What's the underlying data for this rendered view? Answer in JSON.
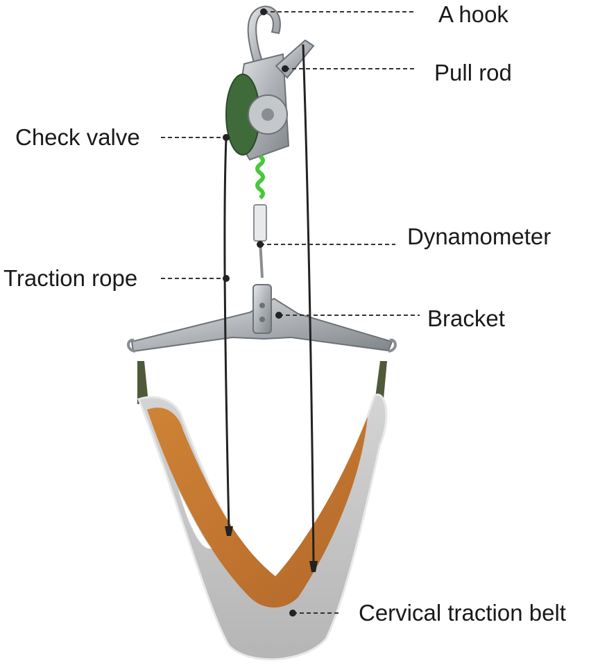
{
  "labels": {
    "hook": "A hook",
    "pull_rod": "Pull rod",
    "check_valve": "Check valve",
    "dynamometer": "Dynamometer",
    "traction_rope": "Traction rope",
    "bracket": "Bracket",
    "belt": "Cervical traction belt"
  },
  "colors": {
    "metal": "#b9bcc0",
    "metal_dark": "#7d8186",
    "pulley_green": "#3f6b3a",
    "spring_green": "#49c83a",
    "rope": "#222222",
    "belt_outer": "#c9c9c9",
    "belt_inner": "#c8772e",
    "strap": "#4e5a3a"
  }
}
